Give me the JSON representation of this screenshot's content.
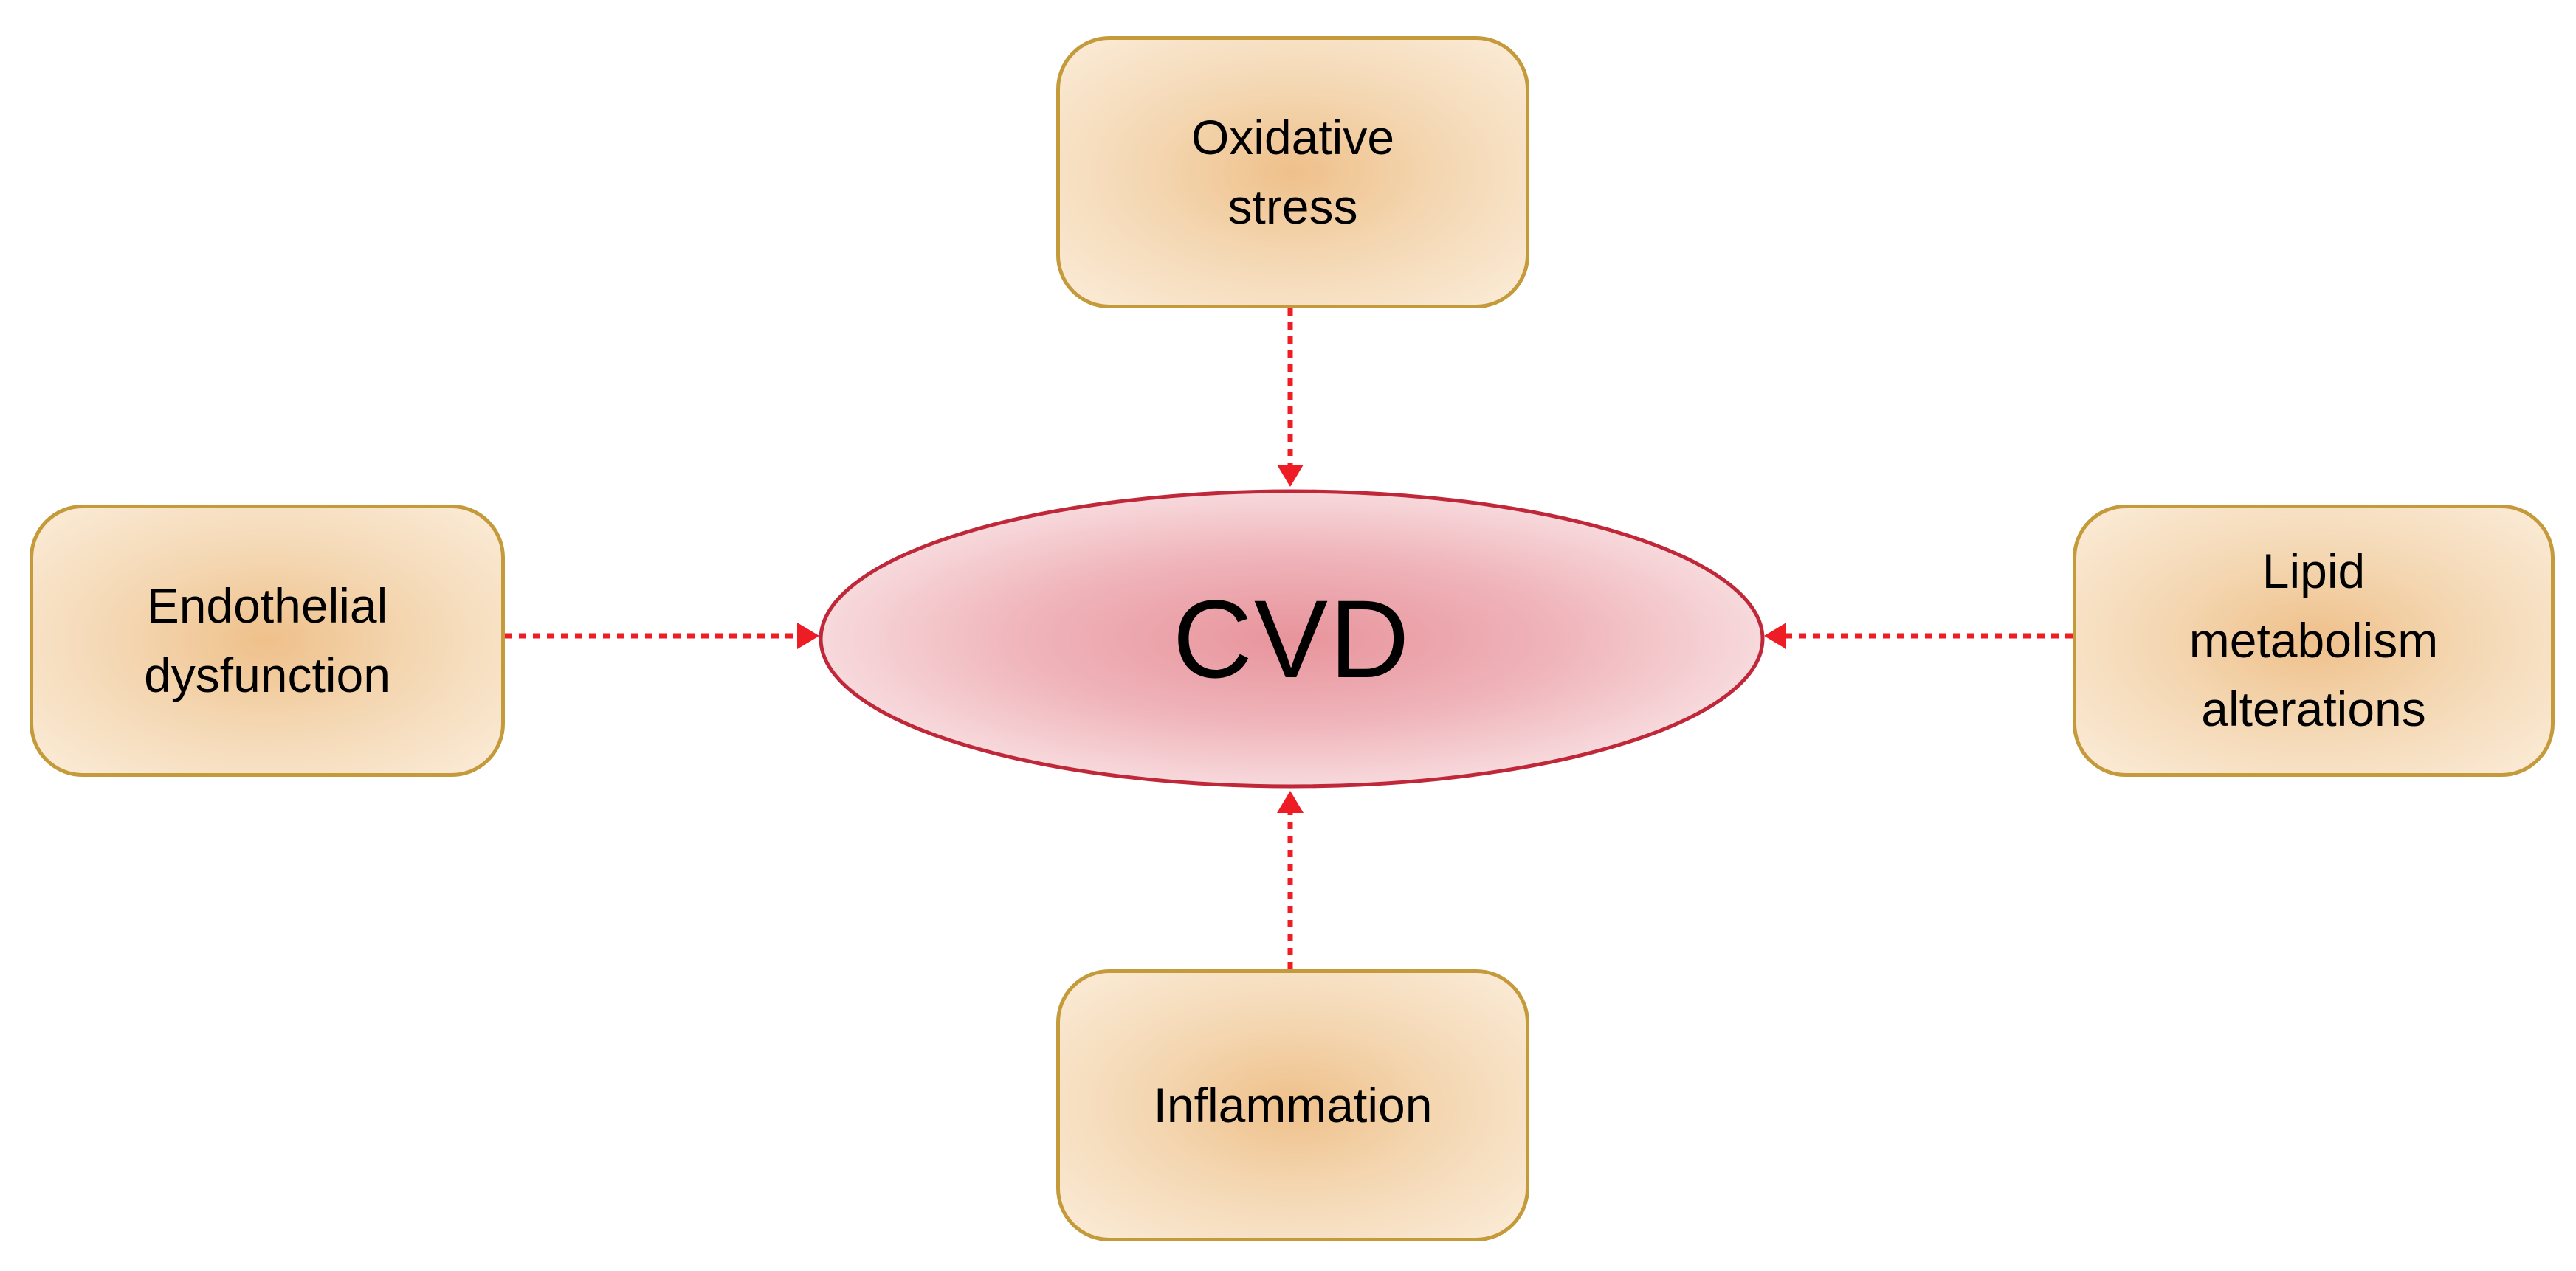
{
  "diagram": {
    "center": {
      "label": "CVD",
      "fill_center": "#e8949c",
      "fill_edge": "#f7d9dc",
      "stroke": "#c0283a"
    },
    "factors": {
      "top": "Oxidative\nstress",
      "left": "Endothelial\ndysfunction",
      "right": "Lipid\nmetabolism\nalterations",
      "bottom": "Inflammation"
    },
    "arrow_color": "#ee1c24",
    "box_border": "#c49a3a"
  }
}
